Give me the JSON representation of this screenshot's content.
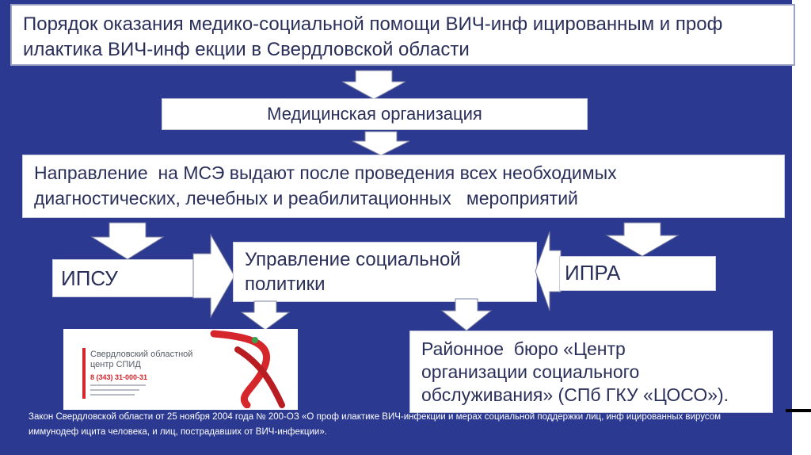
{
  "title": "Порядок оказания медико-социальной помощи ВИЧ-инф ицированным и проф илактика ВИЧ-инф екции в Свердловской области",
  "flow": {
    "medical_org": "Медицинская организация",
    "direction": "Направление  на МСЭ выдают после проведения всех необходимых\nдиагностических, лечебных и реабилитационных   мероприятий",
    "ipsu": "ИПСУ",
    "social_policy": "Управление социальной политики",
    "ipra": "ИПРА",
    "district_bureau": "Районное  бюро «Центр\nорганизации социального\nобслуживания» (СПб ГКУ «ЦОСО»)."
  },
  "aids_center": {
    "name": "Свердловский областной центр СПИД",
    "phone": "8 (343) 31-000-31"
  },
  "footnote": "Закон Свердловской области от 25 ноября 2004 года № 200-ОЗ «О проф илактике ВИЧ-инфекции и мерах социальной поддержки лиц, инф ицированных вирусом иммунодеф ицита человека, и лиц, пострадавших от ВИЧ-инфекции».",
  "colors": {
    "background": "#2b3990",
    "box": "#ffffff",
    "text": "#2a2f5a",
    "ribbon": "#d5262c"
  }
}
